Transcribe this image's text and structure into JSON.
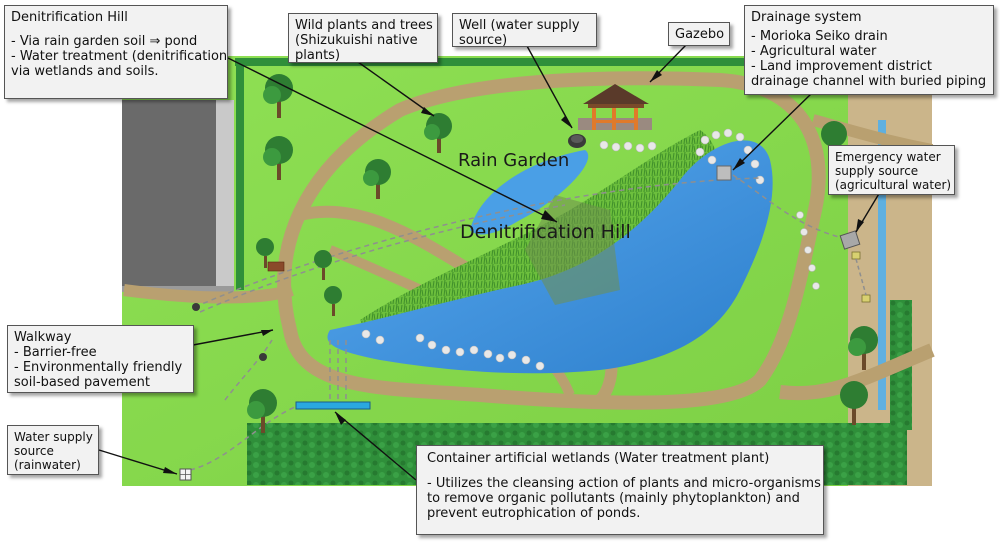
{
  "scene_labels": {
    "rain_garden": "Rain Garden",
    "denitrification_hill": "Denitrification Hill"
  },
  "callouts": {
    "denitrification": {
      "title": "Denitrification Hill",
      "lines": [
        "- Via rain garden soil ⇒ pond",
        "- Water treatment (denitrification)",
        "via wetlands and soils."
      ]
    },
    "wild_plants": {
      "lines": [
        "Wild plants and trees",
        "(Shizukuishi native",
        "plants)"
      ]
    },
    "well": {
      "lines": [
        "Well (water supply",
        "source)"
      ]
    },
    "gazebo": {
      "lines": [
        "Gazebo"
      ]
    },
    "drainage": {
      "lines": [
        "Drainage system",
        "- Morioka Seiko drain",
        "- Agricultural water",
        "- Land improvement district",
        "drainage channel with buried piping"
      ]
    },
    "emergency": {
      "lines": [
        "Emergency water",
        "supply source",
        "(agricultural water)"
      ]
    },
    "walkway": {
      "lines": [
        "Walkway",
        "- Barrier-free",
        "- Environmentally friendly",
        "soil-based pavement"
      ]
    },
    "water_supply": {
      "lines": [
        "Water supply",
        "source",
        "(rainwater)"
      ]
    },
    "wetlands": {
      "title": "Container artificial wetlands (Water treatment plant)",
      "lines": [
        "- Utilizes the cleansing action of plants and micro-organisms",
        "to remove organic pollutants (mainly phytoplankton) and",
        "prevent eutrophication of ponds."
      ]
    }
  },
  "colors": {
    "lawn": "#86d84a",
    "path": "#b9a070",
    "pond": "#3d8fdc",
    "building": "#6a6a6a",
    "hedge": "#2f8f3a",
    "wetland_bar": "#2aa8e0"
  }
}
